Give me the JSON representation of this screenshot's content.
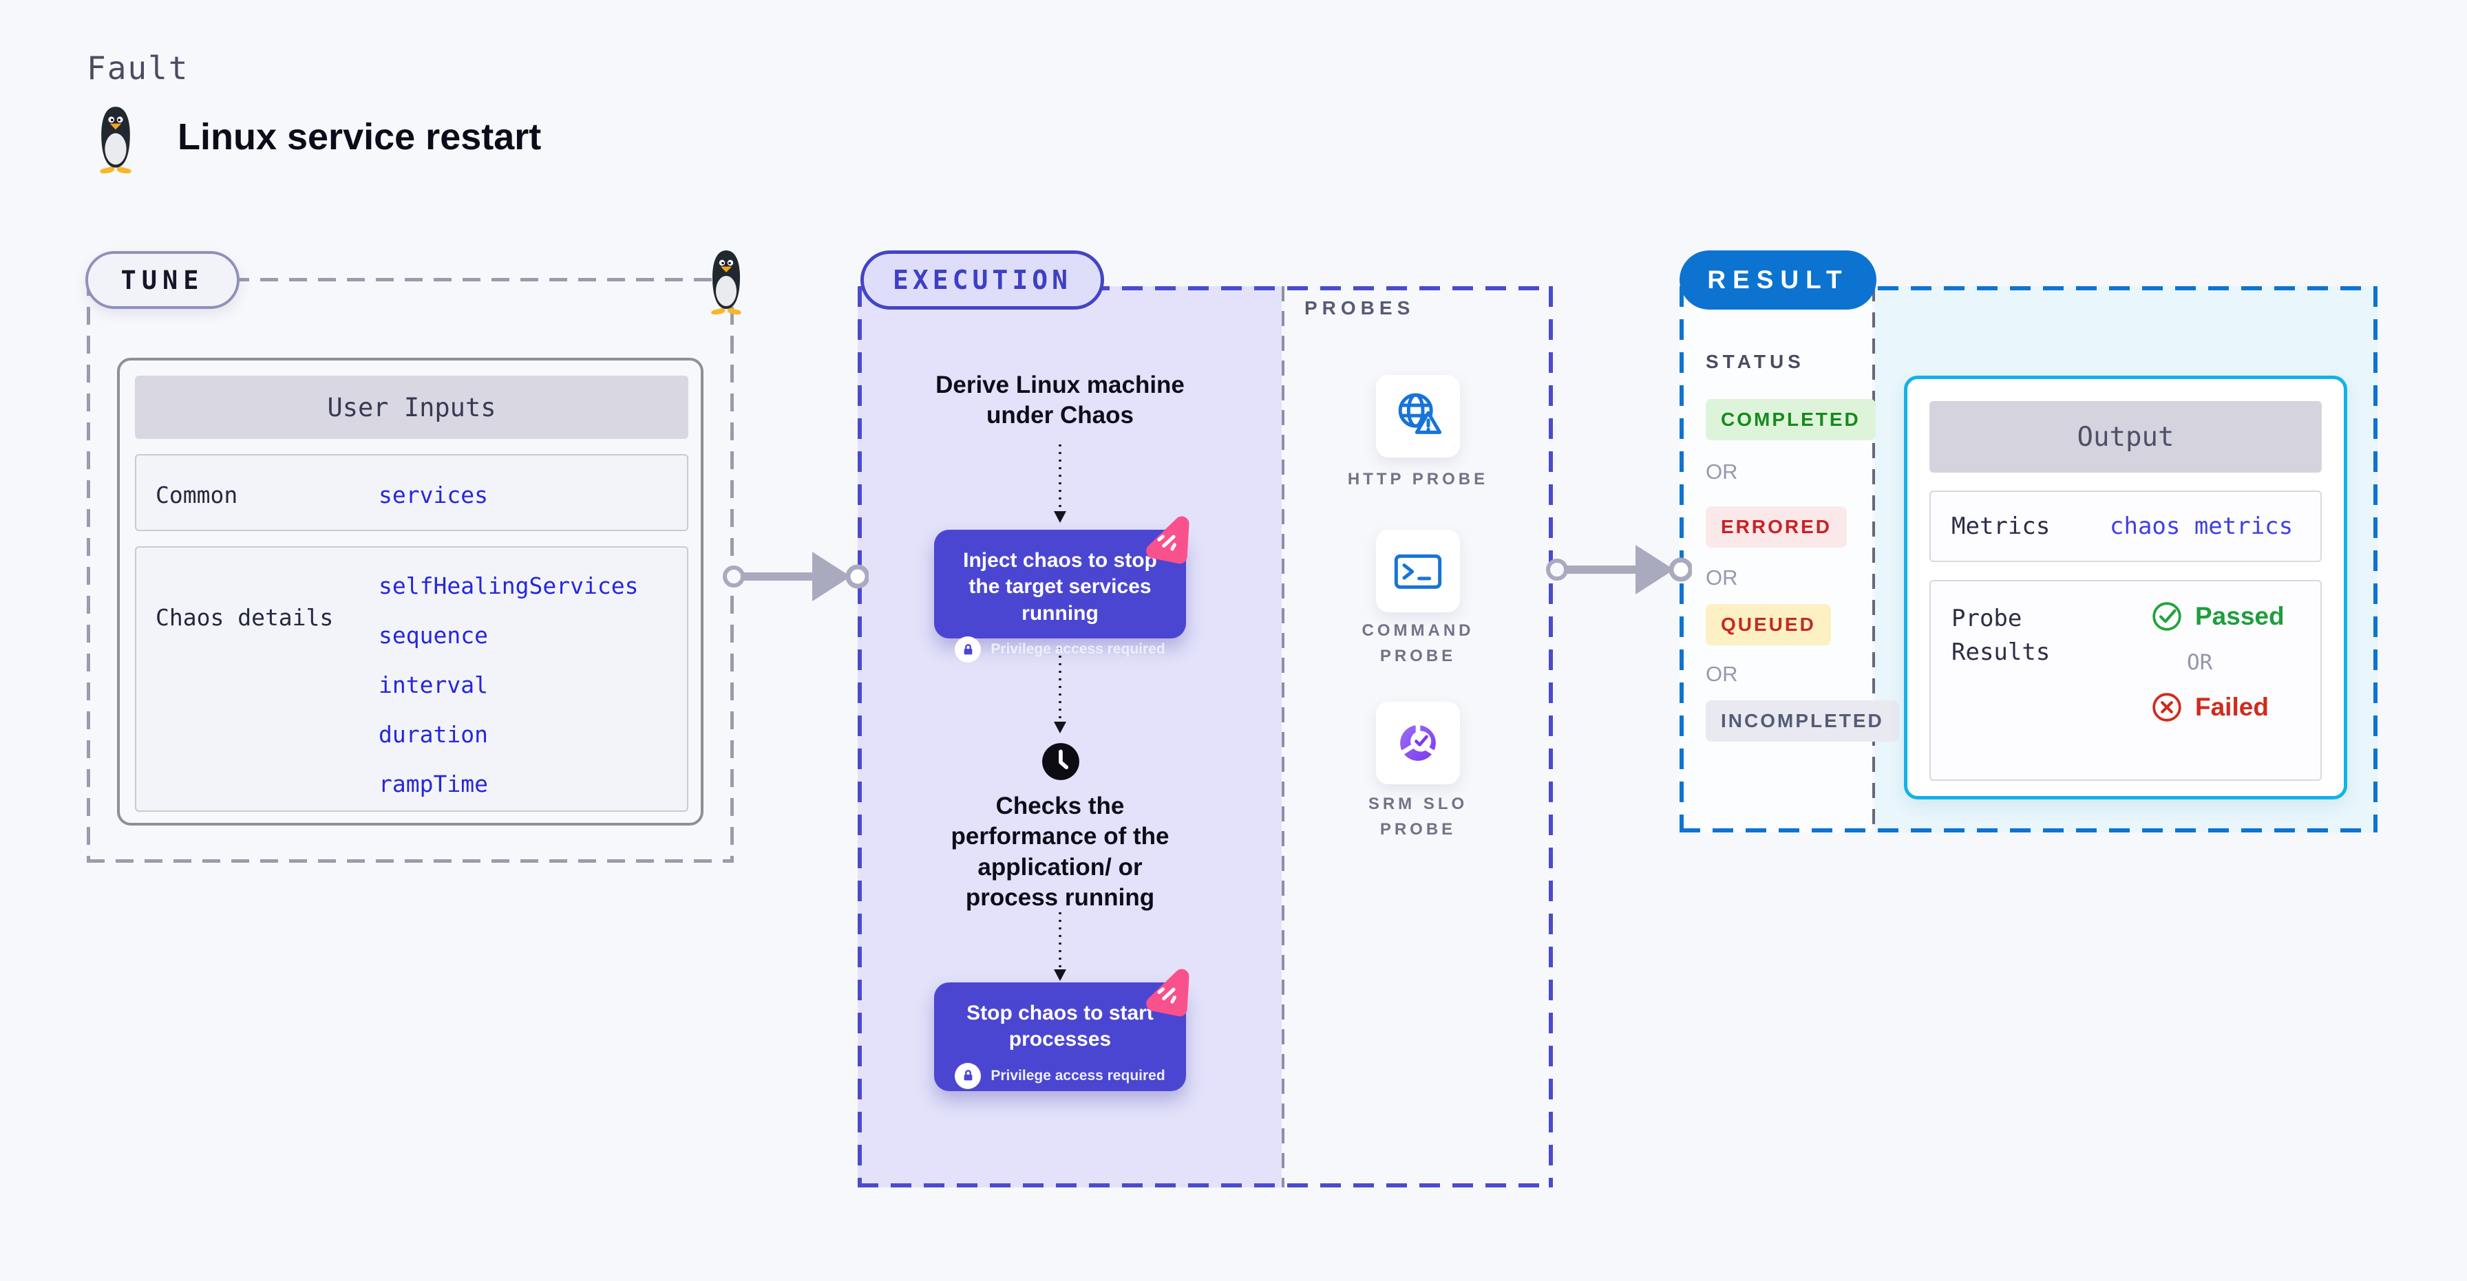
{
  "header": {
    "kicker": "Fault",
    "title": "Linux service restart"
  },
  "colors": {
    "accent_indigo": "#4b46d1",
    "accent_blue": "#0c73d0",
    "accent_cyan": "#12b2e8",
    "lavender_bg": "#e3e2fa",
    "cyan_bg": "#e9f6fb",
    "link_blue": "#2626dd",
    "green": "#178a1f",
    "red": "#ca2127",
    "pink": "#f9518c"
  },
  "tune": {
    "badge": "TUNE",
    "table": {
      "header": "User Inputs",
      "rows": [
        {
          "label": "Common",
          "values": [
            "services"
          ]
        },
        {
          "label": "Chaos details",
          "values": [
            "selfHealingServices",
            "sequence",
            "interval",
            "duration",
            "rampTime"
          ]
        }
      ]
    }
  },
  "execution": {
    "badge": "EXECUTION",
    "step_derive": "Derive Linux machine under Chaos",
    "inject_card": {
      "title": "Inject chaos to stop the target services running",
      "note": "Privilege access required"
    },
    "step_checks": "Checks the performance of the application/ or process running",
    "stop_card": {
      "title": "Stop chaos to start processes",
      "note": "Privilege access required"
    }
  },
  "probes": {
    "label": "PROBES",
    "items": [
      {
        "name": "HTTP PROBE",
        "icon": "globe-alert-icon"
      },
      {
        "name": "COMMAND PROBE",
        "icon": "terminal-icon"
      },
      {
        "name": "SRM SLO PROBE",
        "icon": "slo-pie-check-icon"
      }
    ]
  },
  "result": {
    "badge": "RESULT",
    "status": {
      "label": "STATUS",
      "or": "OR",
      "values": [
        "COMPLETED",
        "ERRORED",
        "QUEUED",
        "INCOMPLETED"
      ]
    },
    "output": {
      "header": "Output",
      "metrics_label": "Metrics",
      "metrics_value": "chaos metrics",
      "probe_results_label": "Probe Results",
      "passed": "Passed",
      "or": "OR",
      "failed": "Failed"
    }
  }
}
